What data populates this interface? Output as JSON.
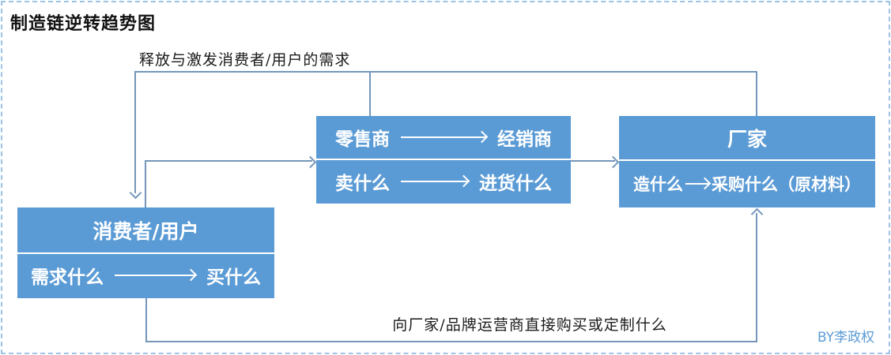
{
  "title": "制造链逆转趋势图",
  "labels": {
    "top_flow": "释放与激发消费者/用户的需求",
    "bottom_flow": "向厂家/品牌运营商直接购买或定制什么",
    "credit": "BY李政权"
  },
  "boxes": {
    "consumer": {
      "title": "消费者/用户",
      "row2_left": "需求什么",
      "row2_right": "买什么"
    },
    "retailer": {
      "row1_left": "零售商",
      "row1_right": "经销商",
      "row2_left": "卖什么",
      "row2_right": "进货什么"
    },
    "factory": {
      "title": "厂家",
      "row2_left": "造什么",
      "row2_right": "采购什么（原材料）"
    }
  },
  "colors": {
    "box_fill": "#5b9bd5",
    "box_text": "#ffffff",
    "connector": "#7496ba",
    "page_border": "#9cc3e6",
    "credit_text": "#5b9bd5",
    "label_text": "#1a1a1a"
  }
}
